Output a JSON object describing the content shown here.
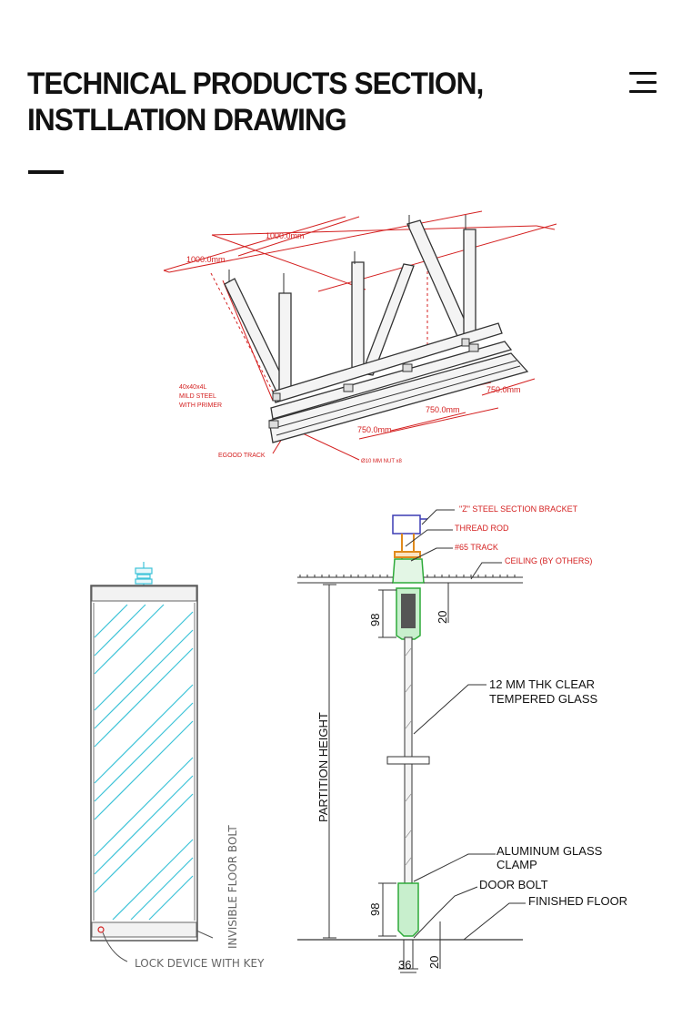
{
  "header": {
    "title_line1": "TECHNICAL PRODUCTS SECTION,",
    "title_line2": "INSTLLATION  DRAWING"
  },
  "frame_drawing": {
    "dim_top": "1000.0mm",
    "dim_left": "1000.0mm",
    "dim_750_right": "750.0mm",
    "dim_750_mid": "750.0mm",
    "dim_750_left": "750.0mm",
    "angle_label_1": "40x40x4L",
    "angle_label_2": "MILD STEEL",
    "angle_label_3": "WITH PRIMER",
    "track_label": "EGOOD TRACK",
    "nut_label": "Ø10 MM NUT x8"
  },
  "section_drawing": {
    "bracket_label": "\"Z\" STEEL SECTION BRACKET",
    "thread_rod_label": "THREAD ROD",
    "track_label": "#65 TRACK",
    "ceiling_label": "CEILING (BY OTHERS)",
    "glass_label_1": "12 MM THK CLEAR",
    "glass_label_2": "TEMPERED GLASS",
    "height_label": "PARTITION HEIGHT",
    "clamp_label_1": "ALUMINUM GLASS",
    "clamp_label_2": "CLAMP",
    "door_bolt_label": "DOOR BOLT",
    "floor_label": "FINISHED FLOOR",
    "dim_top_98": "98",
    "dim_top_20": "20",
    "dim_bottom_98": "98",
    "dim_bottom_20": "20",
    "dim_36": "36"
  },
  "elevation_drawing": {
    "floor_bolt_label": "INVISIBLE FLOOR BOLT",
    "lock_label": "LOCK DEVICE WITH KEY"
  },
  "colors": {
    "dimension_red": "#d42020",
    "clamp_green": "#2eaa3a",
    "glass_cyan": "#3ec3d8",
    "bracket_blue": "#3c3cb4",
    "rod_orange": "#e08a1c"
  }
}
